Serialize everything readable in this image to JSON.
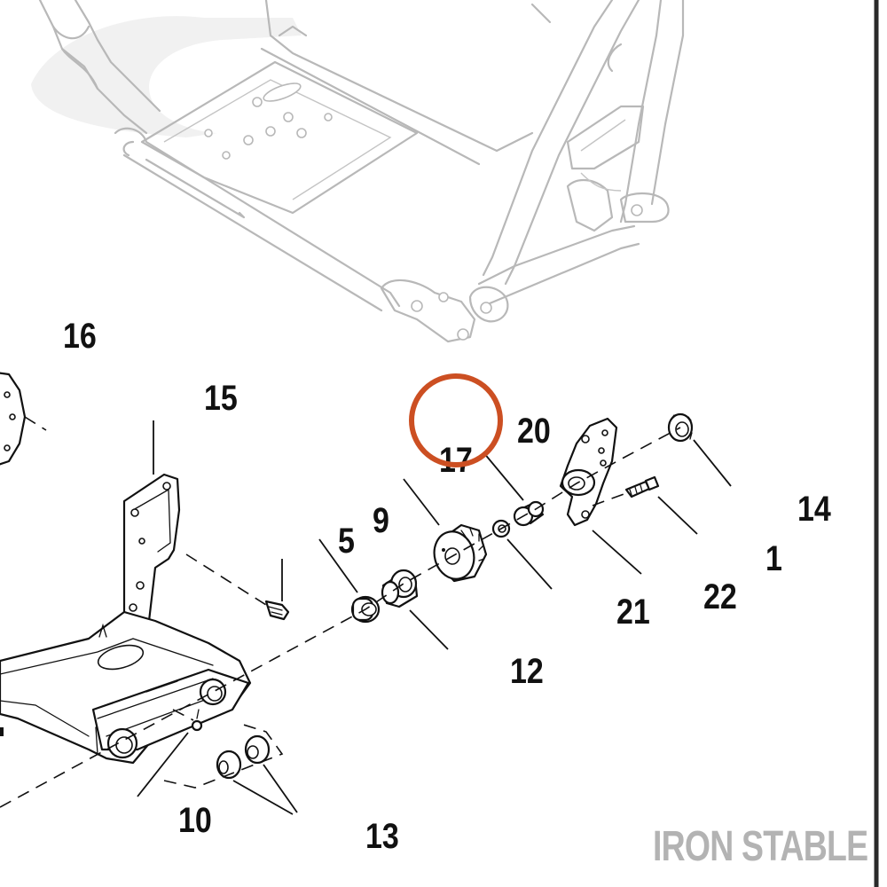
{
  "diagram": {
    "callouts": {
      "c1": "1",
      "c5": "5",
      "c9": "9",
      "c10": "10",
      "c12": "12",
      "c13": "13",
      "c14": "14",
      "c15": "15",
      "c16": "16",
      "c17": "17",
      "c20": "20",
      "c21": "21",
      "c22": "22"
    },
    "highlighted_callout": "20",
    "colors": {
      "highlight_ring": "#cc4f22",
      "line_art": "#111111",
      "frame_context": "#b8b8b8",
      "watermark": "#b3b3b3"
    }
  },
  "watermark": {
    "text": "IRON STABLE"
  }
}
